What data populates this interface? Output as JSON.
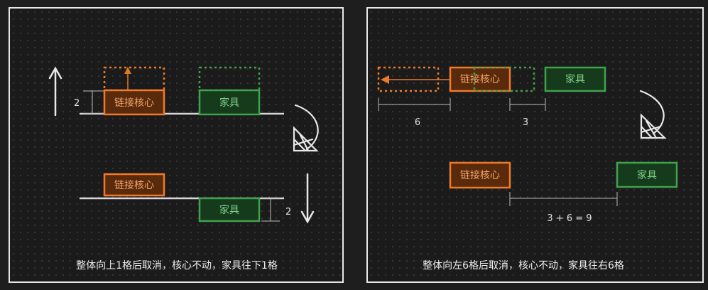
{
  "colors": {
    "background": "#1b1b1b",
    "frame": "#e8e8e8",
    "core_stroke": "#f07a2a",
    "core_fill": "#5a2a0c",
    "core_text": "#f2a468",
    "furniture_stroke": "#3fa34d",
    "furniture_fill": "#153b1c",
    "furniture_text": "#7fd18a",
    "line": "#d8d8d8",
    "dim": "#bbbbbb"
  },
  "left_panel": {
    "core_label": "链接核心",
    "furniture_label": "家具",
    "core_label_after": "链接核心",
    "furniture_label_after": "家具",
    "offset_top": "2",
    "offset_bottom": "2",
    "caption": "整体向上1格后取消，核心不动，家具往下1格"
  },
  "right_panel": {
    "core_label": "链接核心",
    "furniture_label": "家具",
    "core_label_after": "链接核心",
    "furniture_label_after": "家具",
    "dim_left": "6",
    "dim_right": "3",
    "dim_total": "3 + 6 = 9",
    "caption": "整体向左6格后取消，核心不动，家具往右6格"
  },
  "icons": [
    "arrow-up-icon",
    "arrow-down-icon",
    "curved-arrow-icon"
  ]
}
